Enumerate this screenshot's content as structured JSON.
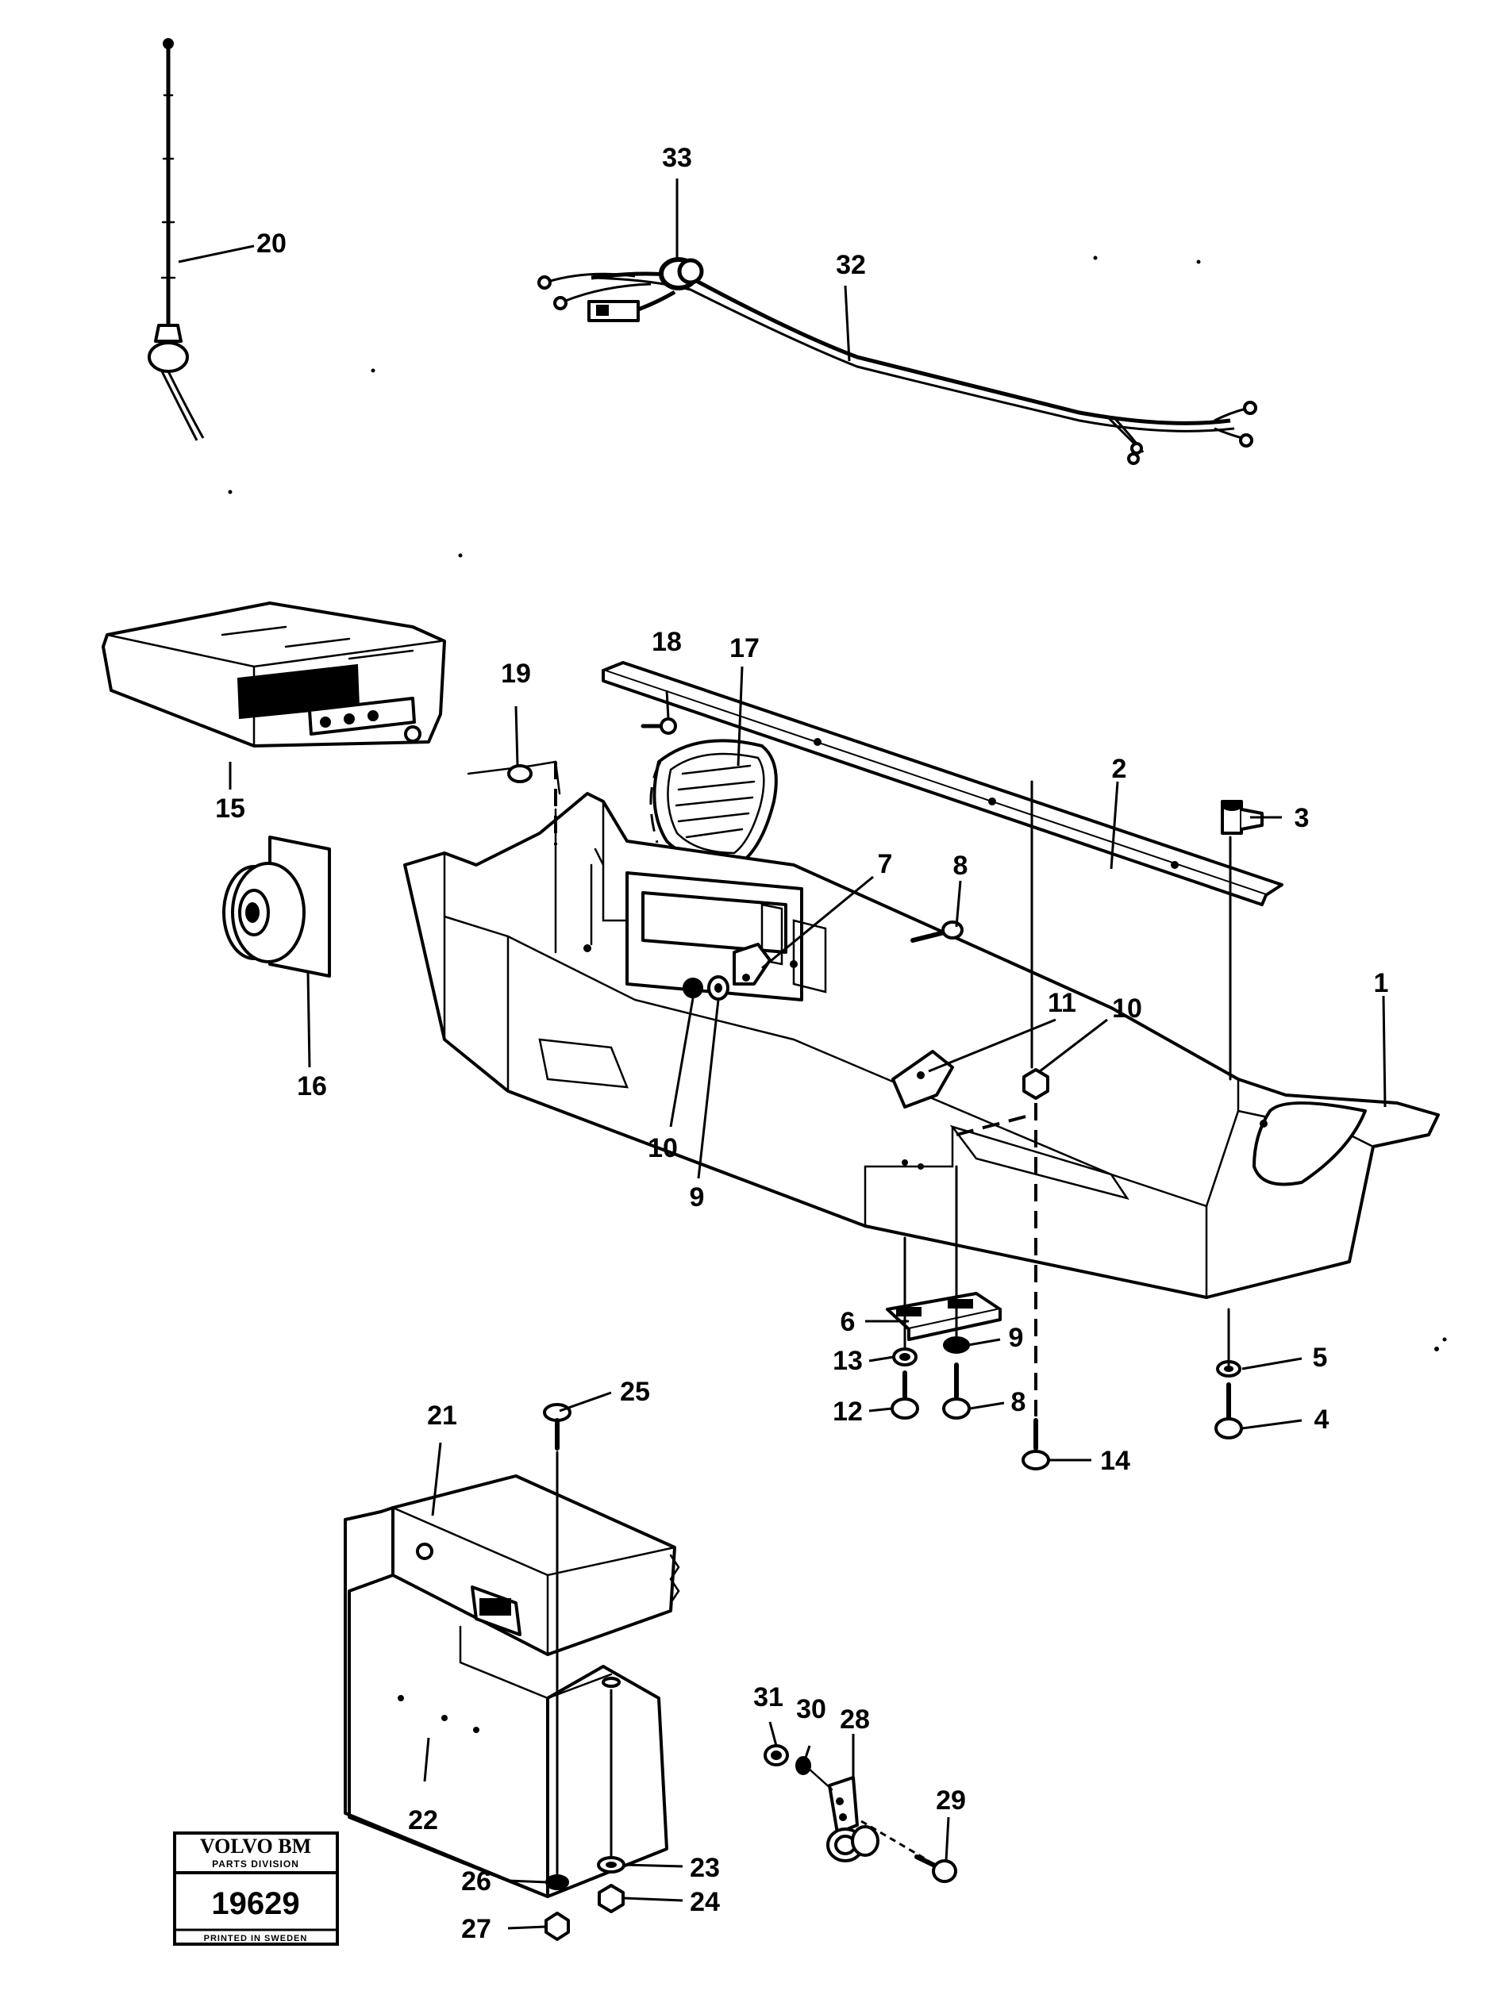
{
  "callouts": [
    "1",
    "2",
    "3",
    "4",
    "5",
    "6",
    "7",
    "8",
    "8",
    "9",
    "9",
    "10",
    "10",
    "11",
    "12",
    "13",
    "14",
    "15",
    "16",
    "17",
    "18",
    "19",
    "20",
    "21",
    "22",
    "23",
    "24",
    "25",
    "26",
    "27",
    "28",
    "29",
    "30",
    "31",
    "32",
    "33"
  ],
  "stamp": {
    "brand": "VOLVO BM",
    "division": "PARTS DIVISION",
    "number": "19629",
    "printed": "PRINTED IN SWEDEN"
  }
}
